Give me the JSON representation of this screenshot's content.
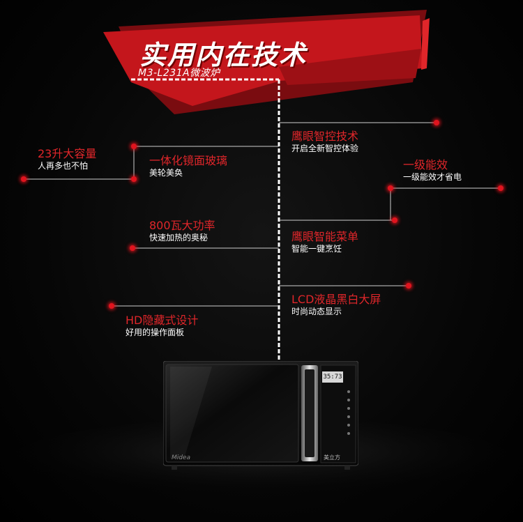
{
  "banner": {
    "title": "实用内在技术",
    "model": "M3-L231A微波炉",
    "colors": {
      "red": "#c4161c",
      "dark_red": "#7a0c10",
      "accent": "#e0262a"
    }
  },
  "features": [
    {
      "id": "eagle-eye-control",
      "title": "鹰眼智控技术",
      "subtitle": "开启全新智控体验"
    },
    {
      "id": "capacity",
      "title": "23升大容量",
      "subtitle": "人再多也不怕"
    },
    {
      "id": "mirror-glass",
      "title": "一体化镜面玻璃",
      "subtitle": "美轮美奂"
    },
    {
      "id": "energy-efficiency",
      "title": "一级能效",
      "subtitle": "一级能效才省电"
    },
    {
      "id": "power",
      "title": "800瓦大功率",
      "subtitle": "快速加热的奥秘"
    },
    {
      "id": "smart-menu",
      "title": "鹰眼智能菜单",
      "subtitle": "智能一键烹饪"
    },
    {
      "id": "lcd-display",
      "title": "LCD液晶黑白大屏",
      "subtitle": "时尚动态显示"
    },
    {
      "id": "hidden-panel",
      "title": "HD隐藏式设计",
      "subtitle": "好用的操作面板"
    }
  ],
  "product": {
    "brand": "Midea",
    "badge": "美立方",
    "display_reading": "35:73"
  },
  "icons": {
    "callout-dot": "red-glow-dot-icon",
    "product": "microwave-oven-image"
  }
}
